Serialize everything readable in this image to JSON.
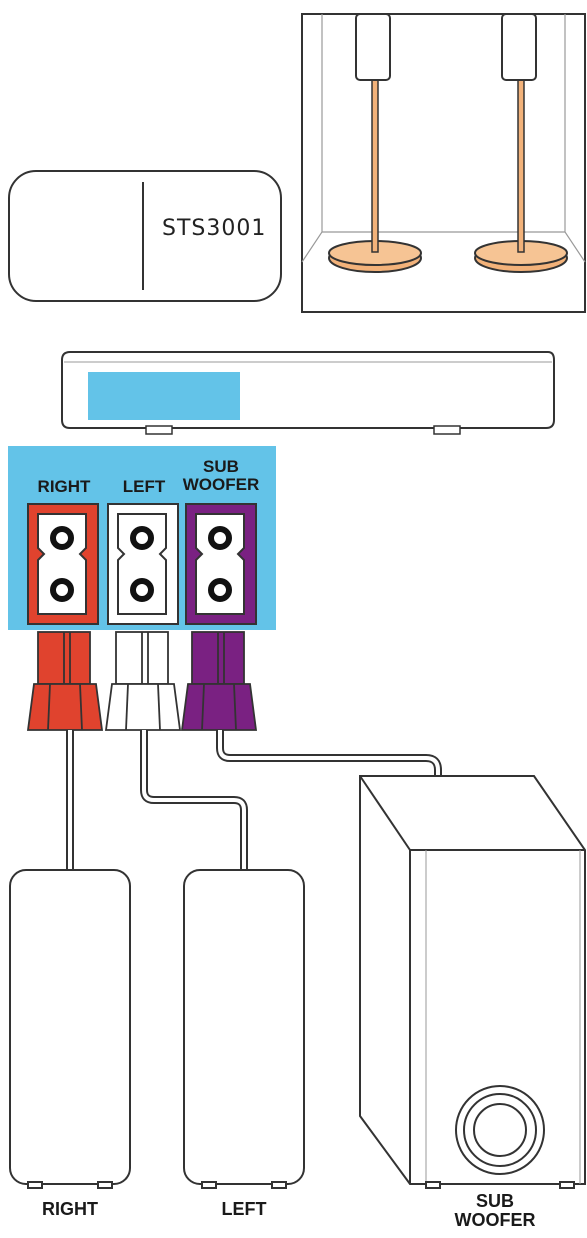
{
  "product": {
    "code": "STS3001",
    "icon": "shopping-cart-icon",
    "icon_color": "#f08a24"
  },
  "soundbar": {
    "display_color": "#63c3e8"
  },
  "connector_panel": {
    "background": "#63c3e8",
    "ports": [
      {
        "id": "right",
        "label": "RIGHT",
        "color": "#e0432e"
      },
      {
        "id": "left",
        "label": "LEFT",
        "color": "#ffffff"
      },
      {
        "id": "subwoofer",
        "label": "SUB\nWOOFER",
        "color": "#7a2182"
      }
    ]
  },
  "speakers": [
    {
      "id": "right",
      "label": "RIGHT"
    },
    {
      "id": "left",
      "label": "LEFT"
    },
    {
      "id": "subwoofer",
      "label": "SUB\nWOOFER"
    }
  ],
  "stand_color": "#f2b27a"
}
